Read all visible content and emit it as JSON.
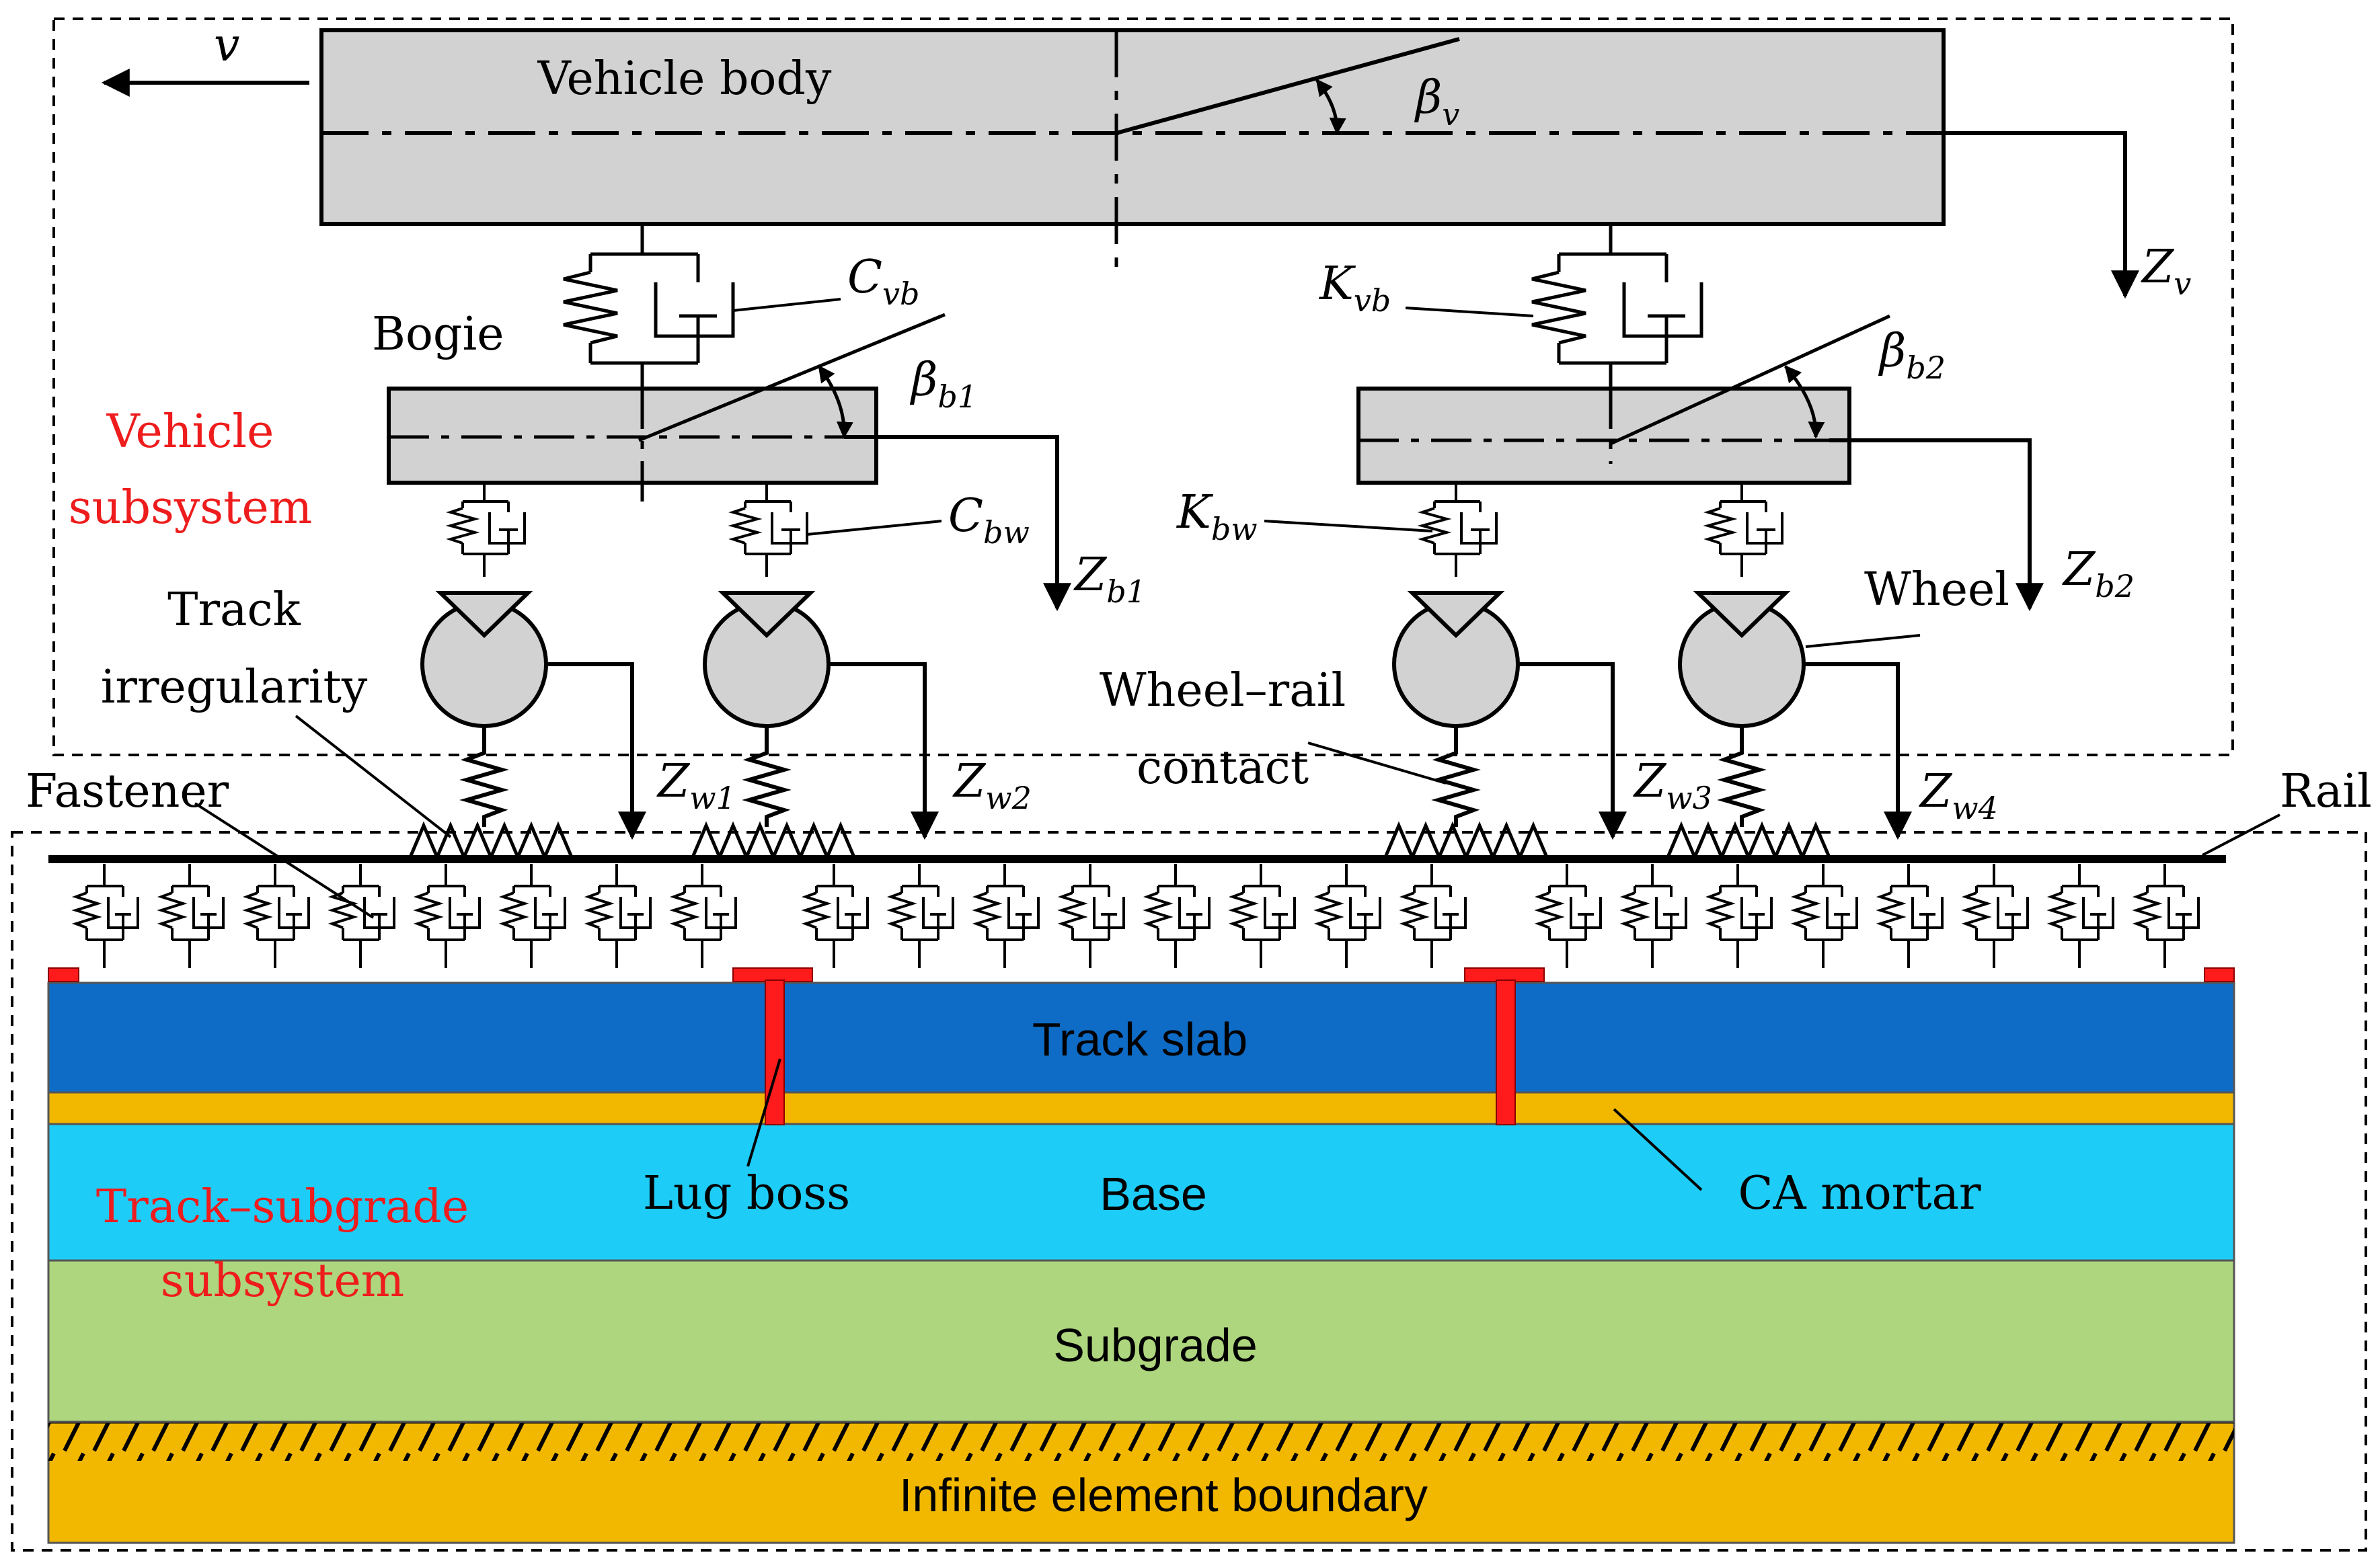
{
  "labels": {
    "vehicle_body": "Vehicle body",
    "bogie": "Bogie",
    "vehicle_subsystem_1": "Vehicle",
    "vehicle_subsystem_2": "subsystem",
    "track_irr_1": "Track",
    "track_irr_2": "irregularity",
    "fastener": "Fastener",
    "wheel_rail_1": "Wheel–rail",
    "wheel_rail_2": "contact",
    "wheel": "Wheel",
    "rail": "Rail",
    "track_slab": "Track slab",
    "lug_boss": "Lug boss",
    "base": "Base",
    "ca_mortar": "CA mortar",
    "subgrade": "Subgrade",
    "track_subgrade_1": "Track–subgrade",
    "track_subgrade_2": "subsystem",
    "infinite_boundary": "Infinite element boundary"
  },
  "symbols": {
    "v": "v",
    "beta_v": {
      "main": "β",
      "sub": "v"
    },
    "Z_v": {
      "main": "Z",
      "sub": "v"
    },
    "C_vb": {
      "main": "C",
      "sub": "vb"
    },
    "K_vb": {
      "main": "K",
      "sub": "vb"
    },
    "beta_b1": {
      "main": "β",
      "sub": "b1"
    },
    "beta_b2": {
      "main": "β",
      "sub": "b2"
    },
    "C_bw": {
      "main": "C",
      "sub": "bw"
    },
    "K_bw": {
      "main": "K",
      "sub": "bw"
    },
    "Z_b1": {
      "main": "Z",
      "sub": "b1"
    },
    "Z_b2": {
      "main": "Z",
      "sub": "b2"
    },
    "Z_w1": {
      "main": "Z",
      "sub": "w1"
    },
    "Z_w2": {
      "main": "Z",
      "sub": "w2"
    },
    "Z_w3": {
      "main": "Z",
      "sub": "w3"
    },
    "Z_w4": {
      "main": "Z",
      "sub": "w4"
    }
  },
  "colors": {
    "body_fill": "#d3d2d2",
    "track_slab": "#0e6cc7",
    "ca_mortar": "#f2b800",
    "base": "#1ecdf7",
    "subgrade": "#aed67e",
    "boundary": "#f2b800",
    "lug_boss": "#ff1b1b",
    "red_text": "#ee1c1c"
  }
}
